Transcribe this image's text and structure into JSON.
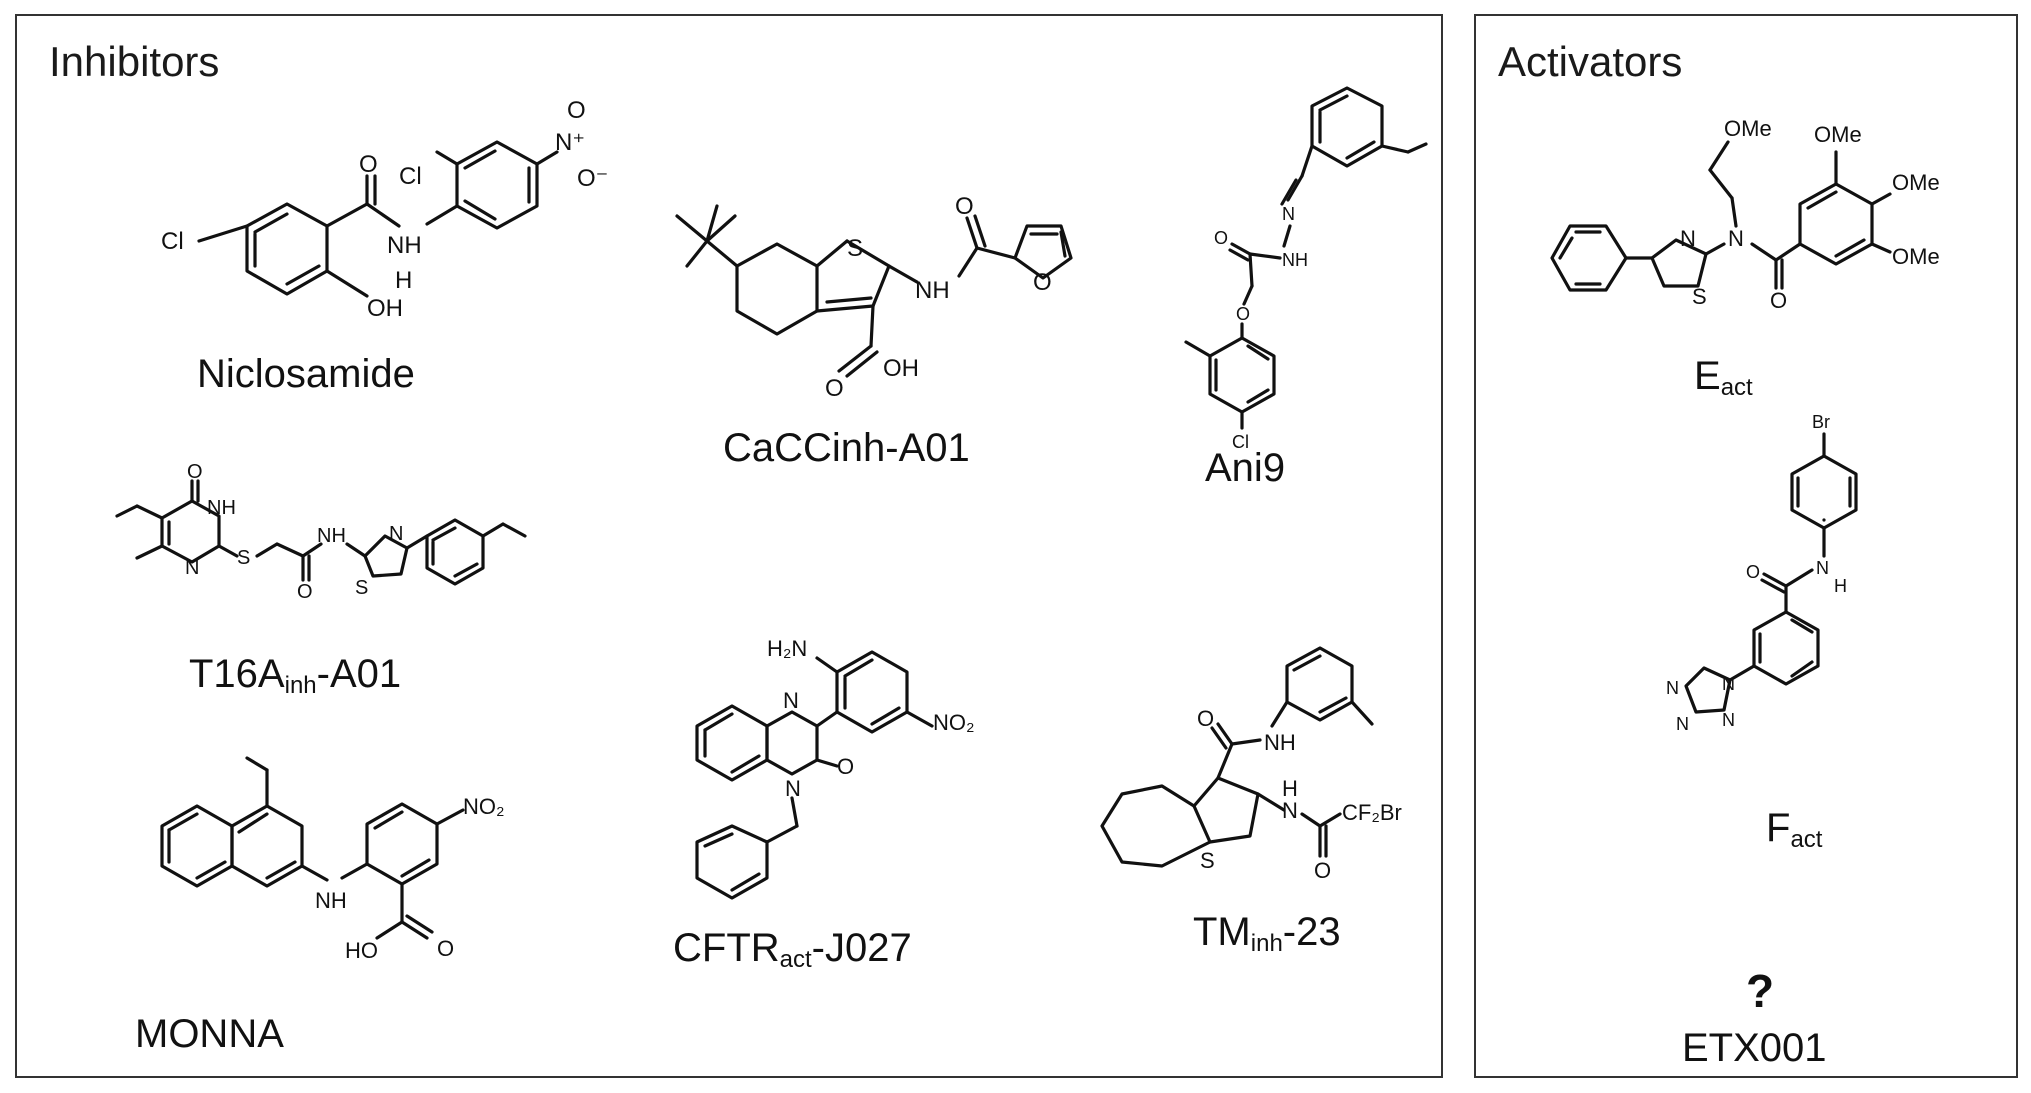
{
  "panels": {
    "inhibitors": {
      "title": "Inhibitors"
    },
    "activators": {
      "title": "Activators"
    }
  },
  "compounds": {
    "niclosamide": {
      "name": "Niclosamide"
    },
    "caccinh": {
      "name": "CaCCinh-A01"
    },
    "ani9": {
      "name": "Ani9"
    },
    "t16a": {
      "name_main": "T16A",
      "name_sub": "inh",
      "name_suffix": "-A01"
    },
    "monna": {
      "name": "MONNA"
    },
    "cftr": {
      "name_main": "CFTR",
      "name_sub": "act",
      "name_suffix": "-J027"
    },
    "tminh": {
      "name_main": "TM",
      "name_sub": "inh",
      "name_suffix": "-23"
    },
    "eact": {
      "name_main": "E",
      "name_sub": "act"
    },
    "fact": {
      "name_main": "F",
      "name_sub": "act"
    },
    "etx001": {
      "name": "ETX001",
      "structure_placeholder": "?"
    }
  },
  "atom_labels": {
    "cl": "Cl",
    "oh": "OH",
    "nh": "NH",
    "h": "H",
    "n": "N",
    "o": "O",
    "s": "S",
    "no2": "NO₂",
    "n_plus": "N⁺",
    "o_minus": "O⁻",
    "h2n": "H₂N",
    "ho": "HO",
    "ome": "OMe",
    "br": "Br",
    "cf2br": "CF₂Br"
  }
}
